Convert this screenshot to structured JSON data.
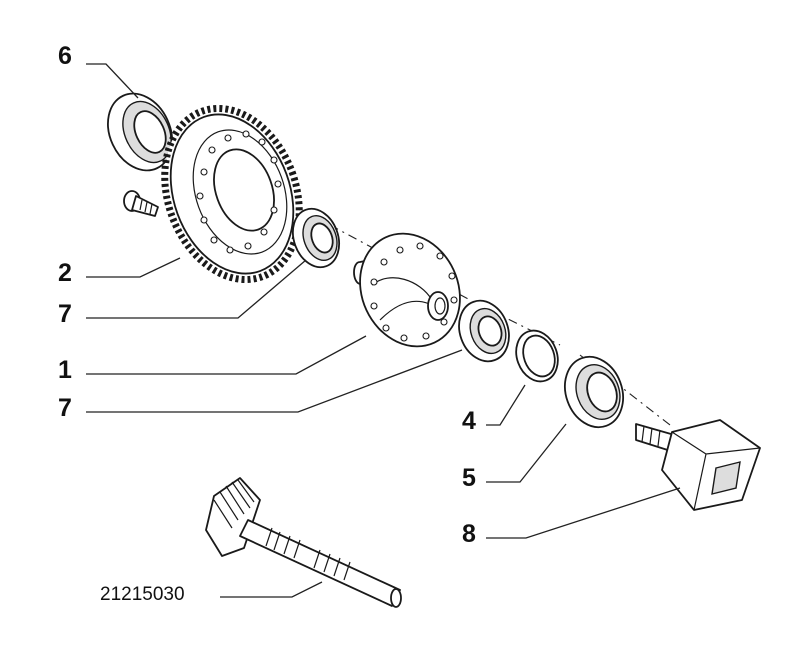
{
  "callouts": [
    {
      "id": "6",
      "label": "6"
    },
    {
      "id": "2",
      "label": "2"
    },
    {
      "id": "7a",
      "label": "7"
    },
    {
      "id": "1",
      "label": "1"
    },
    {
      "id": "7b",
      "label": "7"
    },
    {
      "id": "4",
      "label": "4"
    },
    {
      "id": "5",
      "label": "5"
    },
    {
      "id": "8",
      "label": "8"
    }
  ],
  "part_number": "21215030"
}
